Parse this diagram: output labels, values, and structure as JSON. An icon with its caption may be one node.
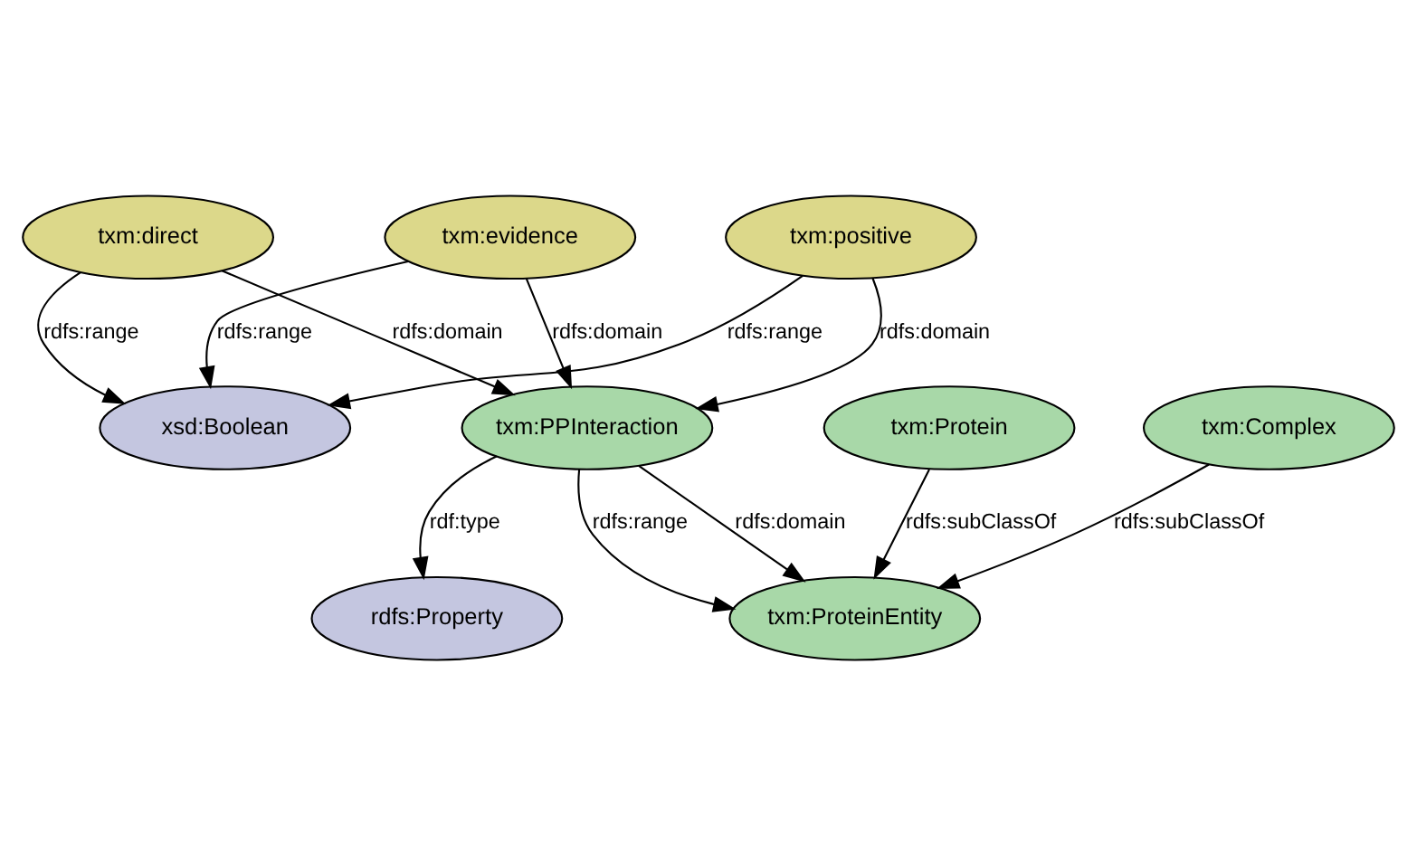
{
  "diagram": {
    "nodes": [
      {
        "text": [
          "rdfs:Property"
        ]
      },
      {
        "text": [
          "txm:PPInteraction"
        ]
      },
      {
        "text": [
          "txm:direct"
        ]
      },
      {
        "text": [
          "txm:evidence"
        ]
      },
      {
        "text": [
          "xsd:Boolean"
        ]
      },
      {
        "text": [
          "txm:positive"
        ]
      },
      {
        "text": [
          "txm:ProteinEntity"
        ]
      },
      {
        "text": [
          "txm:Protein"
        ]
      },
      {
        "text": [
          "txm:Complex"
        ]
      }
    ],
    "edges": [
      {
        "from": 1,
        "to": 0,
        "arrow": "to",
        "label": "rdf:type"
      },
      {
        "from": 2,
        "to": 1,
        "arrow": "to",
        "label": "rdfs:domain"
      },
      {
        "from": 3,
        "to": 1,
        "arrow": "to",
        "label": "rdfs:domain"
      },
      {
        "from": 2,
        "to": 4,
        "arrow": "to",
        "label": "rdfs:range"
      },
      {
        "from": 3,
        "to": 4,
        "arrow": "to",
        "label": "rdfs:range"
      },
      {
        "from": 5,
        "to": 1,
        "arrow": "to",
        "label": "rdfs:domain"
      },
      {
        "from": 5,
        "to": 4,
        "arrow": "to",
        "label": "rdfs:range"
      },
      {
        "from": 1,
        "to": 6,
        "arrow": "to",
        "label": "rdfs:domain"
      },
      {
        "from": 1,
        "to": 6,
        "arrow": "to",
        "label": "rdfs:range"
      },
      {
        "from": 7,
        "to": 6,
        "arrow": "to",
        "label": "rdfs:subClassOf"
      },
      {
        "from": 8,
        "to": 6,
        "arrow": "to",
        "label": "rdfs:subClassOf"
      }
    ]
  }
}
